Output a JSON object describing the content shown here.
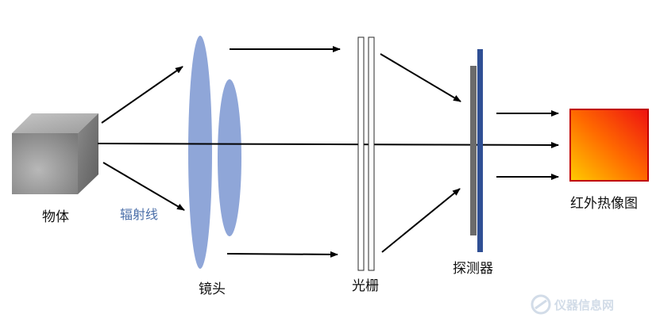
{
  "labels": {
    "object": "物体",
    "radiation": "辐射线",
    "lens": "镜头",
    "grating": "光栅",
    "detector": "探测器",
    "image": "红外热像图"
  },
  "watermark": "仪器信息网",
  "colors": {
    "lens": "#8fa6d8",
    "radiation_label": "#4a6ea8",
    "detector_front": "#6b6b6b",
    "detector_back": "#2f4f94",
    "arrow": "#000000",
    "image_gradient": [
      "#ffcc00",
      "#ff6a00",
      "#ee1111"
    ],
    "cube": "#9a9a9a"
  }
}
